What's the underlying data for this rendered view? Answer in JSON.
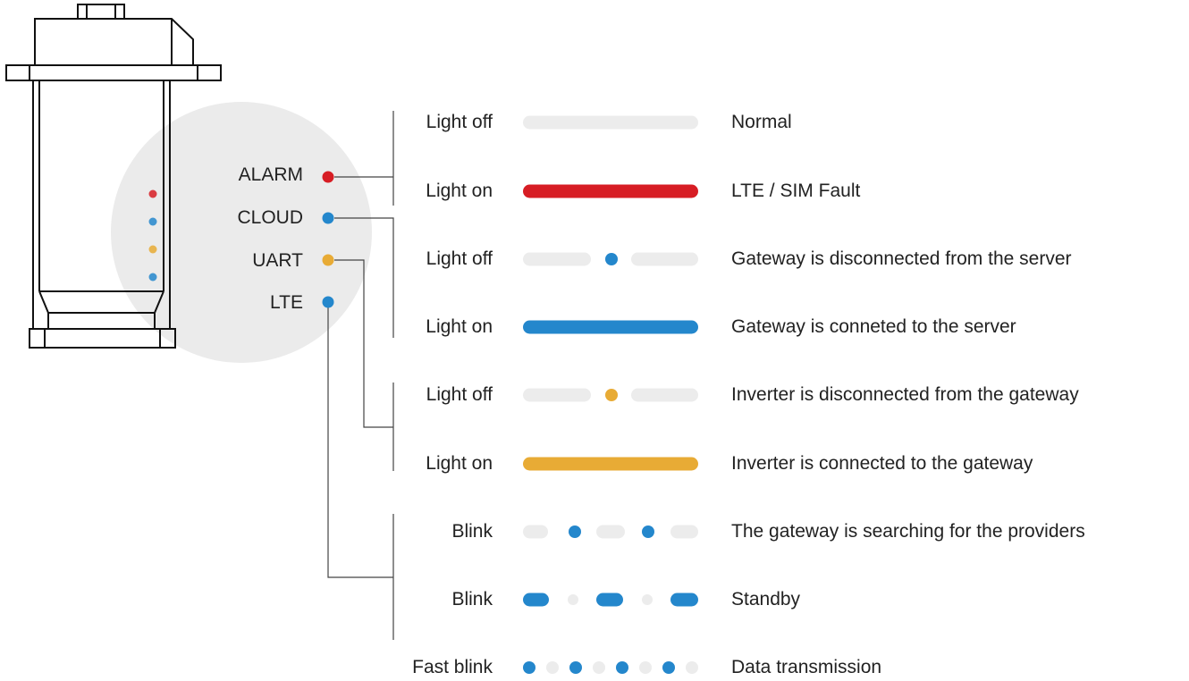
{
  "colors": {
    "red": "#d71d24",
    "blue": "#2487cc",
    "orange": "#e8ab35",
    "gray": "#ececec",
    "circle": "#ebebeb",
    "line": "#444444"
  },
  "leds": [
    {
      "name": "ALARM",
      "color": "red"
    },
    {
      "name": "CLOUD",
      "color": "blue"
    },
    {
      "name": "UART",
      "color": "orange"
    },
    {
      "name": "LTE",
      "color": "blue"
    }
  ],
  "rows": [
    {
      "state": "Light off",
      "pattern": "off-solid",
      "color": "gray",
      "description": "Normal"
    },
    {
      "state": "Light on",
      "pattern": "solid",
      "color": "red",
      "description": "LTE / SIM Fault"
    },
    {
      "state": "Light off",
      "pattern": "off-dot",
      "color": "blue",
      "description": "Gateway is disconnected from the server"
    },
    {
      "state": "Light on",
      "pattern": "solid",
      "color": "blue",
      "description": "Gateway is conneted to the server"
    },
    {
      "state": "Light off",
      "pattern": "off-dot",
      "color": "orange",
      "description": "Inverter is disconnected from the gateway"
    },
    {
      "state": "Light on",
      "pattern": "solid",
      "color": "orange",
      "description": "Inverter is connected to the gateway"
    },
    {
      "state": "Blink",
      "pattern": "blink",
      "color": "blue",
      "description": "The gateway is searching for the providers"
    },
    {
      "state": "Blink",
      "pattern": "standby",
      "color": "blue",
      "description": "Standby"
    },
    {
      "state": "Fast blink",
      "pattern": "fast",
      "color": "blue",
      "description": "Data transmission"
    }
  ]
}
